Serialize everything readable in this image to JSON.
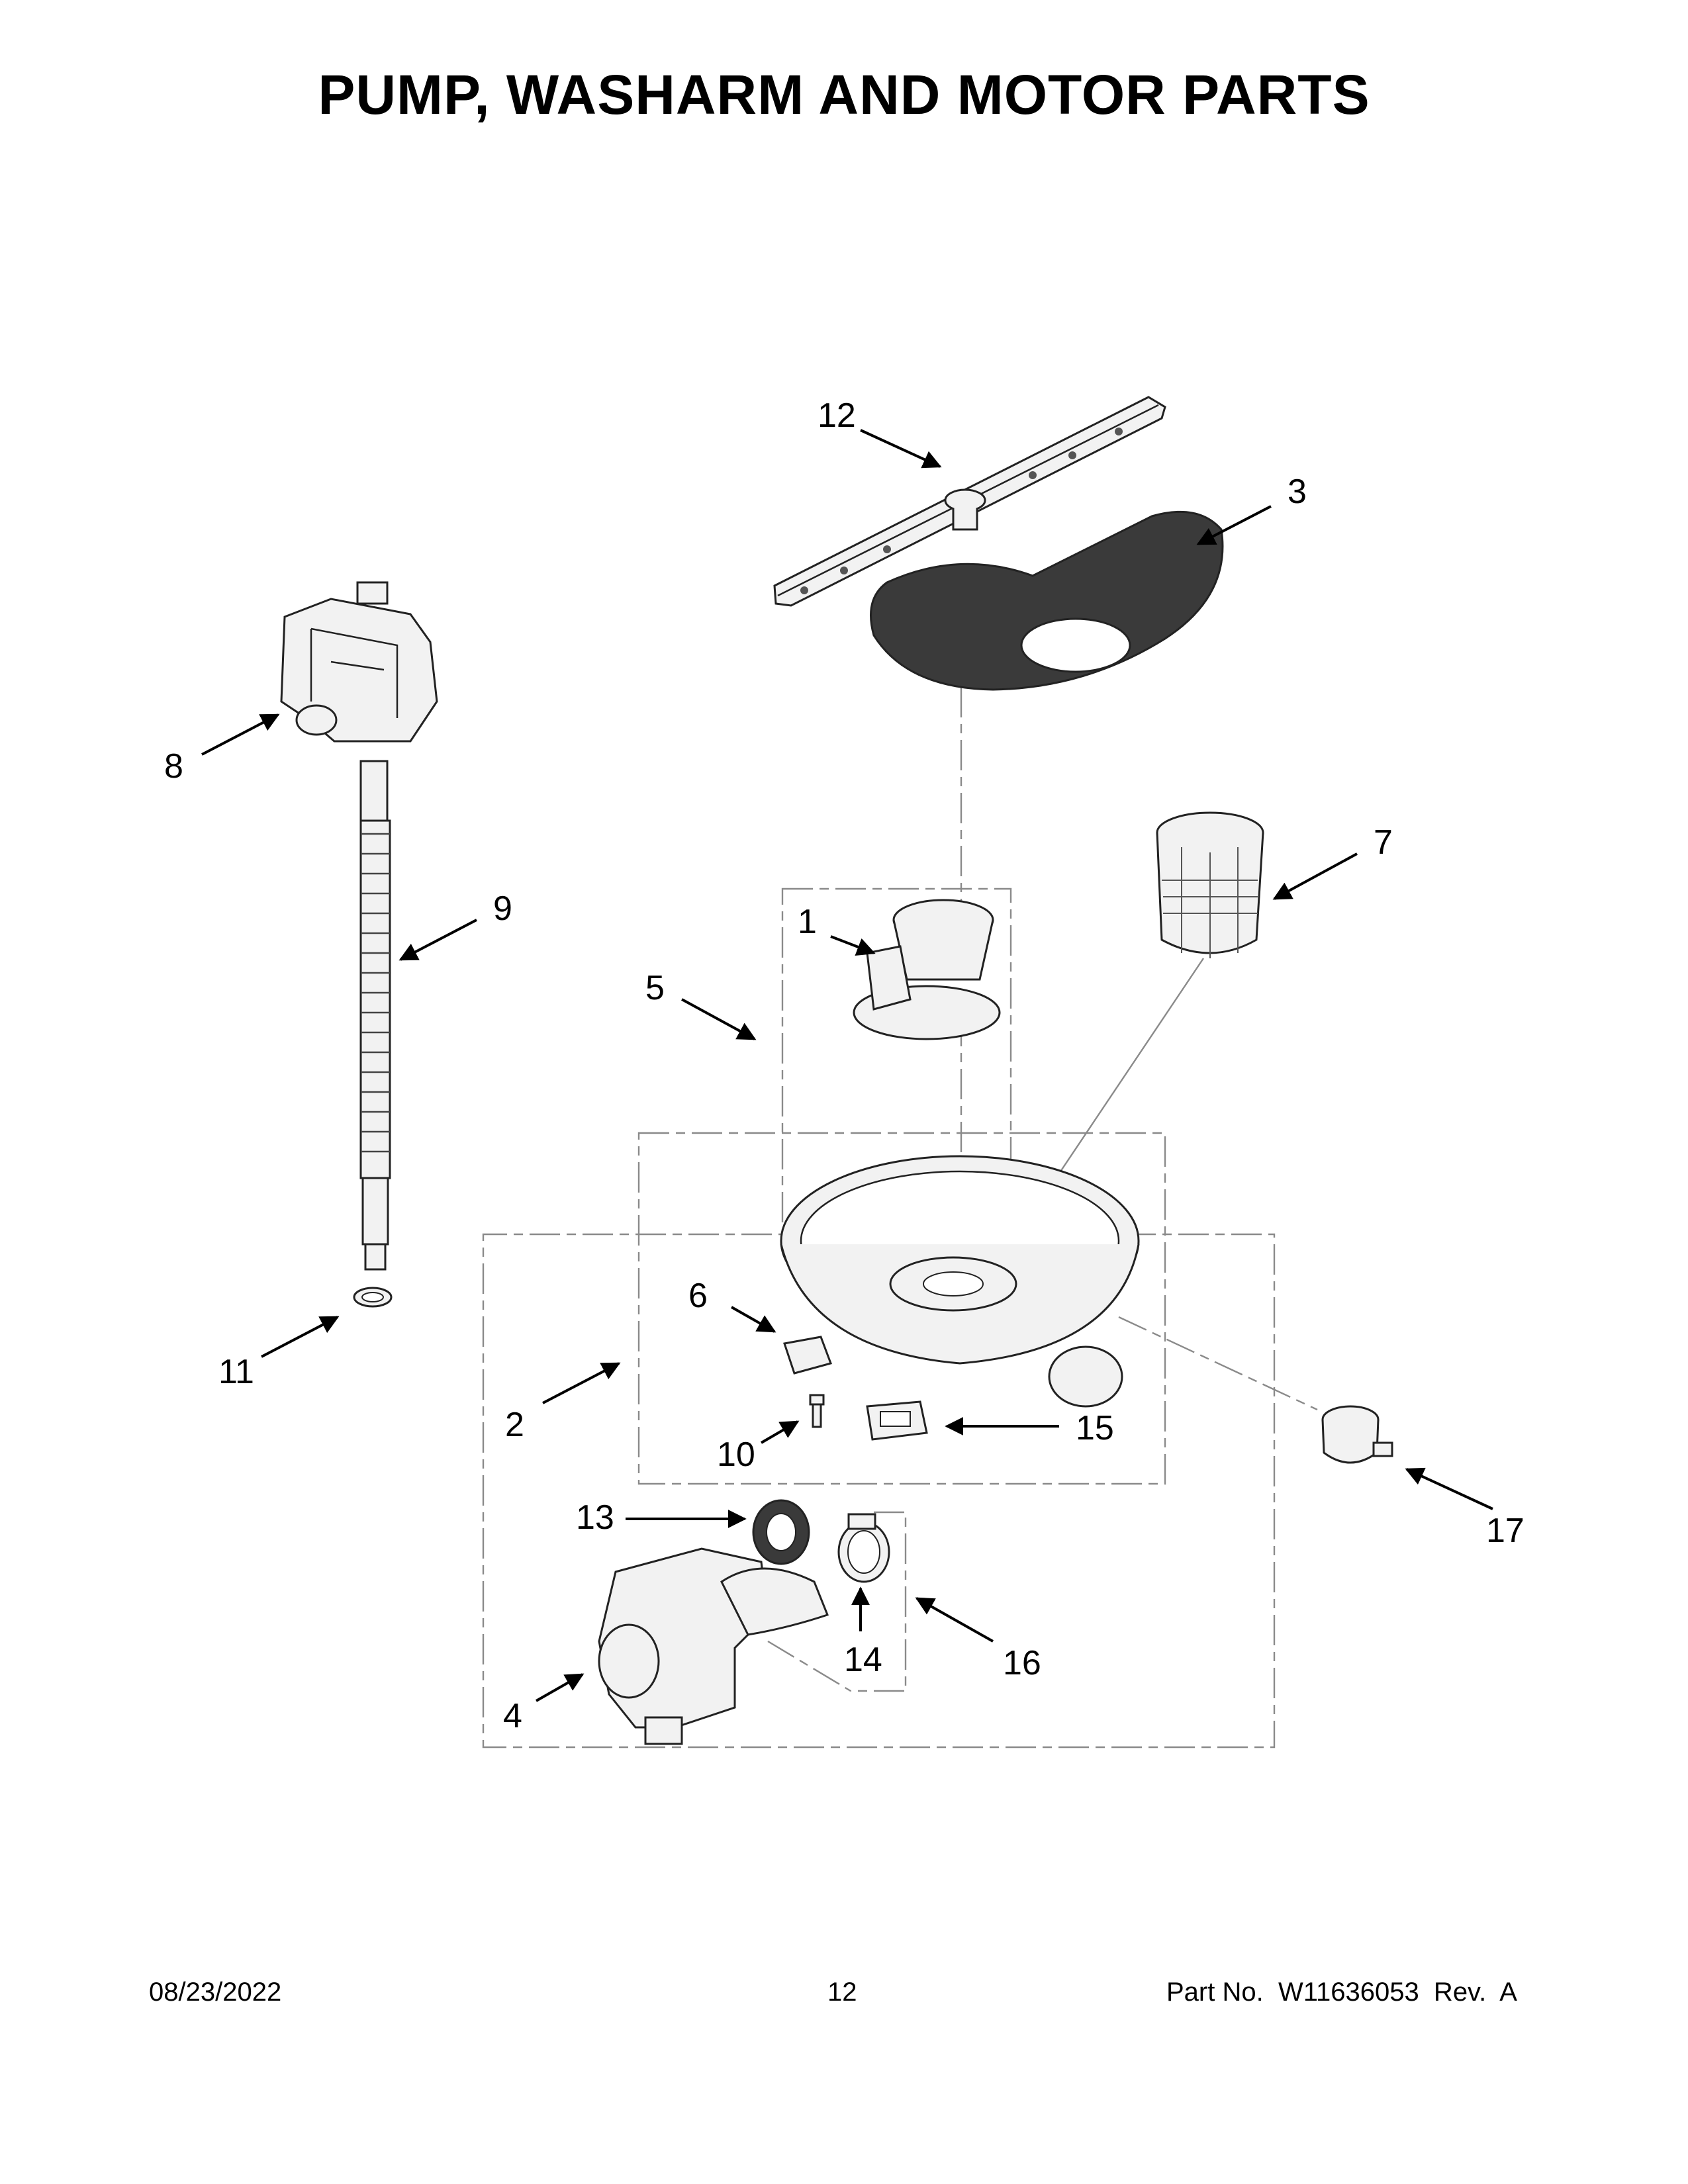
{
  "title": "PUMP, WASHARM AND MOTOR PARTS",
  "footer": {
    "date": "08/23/2022",
    "page": "12",
    "part_number": "Part No.  W11636053  Rev.  A"
  },
  "callouts": [
    "1",
    "2",
    "3",
    "4",
    "5",
    "6",
    "7",
    "8",
    "9",
    "10",
    "11",
    "12",
    "13",
    "14",
    "15",
    "16",
    "17"
  ]
}
